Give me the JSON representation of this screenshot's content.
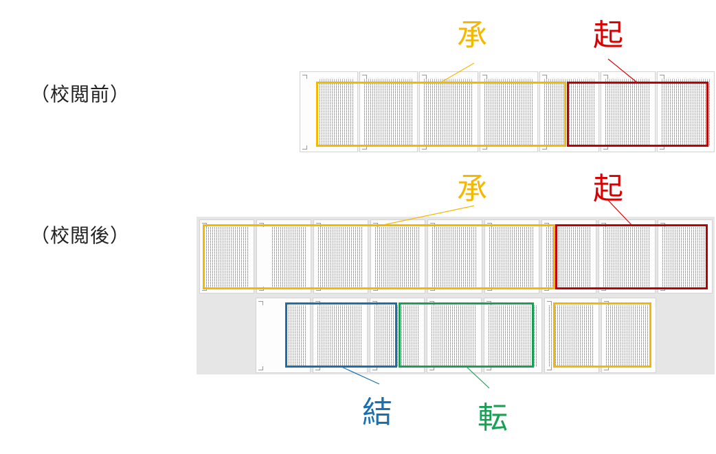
{
  "labels": {
    "before": "（校閲前）",
    "after": "（校閲後）"
  },
  "kanji": {
    "sho_top": "承",
    "ki_top": "起",
    "sho_mid": "承",
    "ki_mid": "起",
    "ketsu": "結",
    "ten": "転"
  },
  "colors": {
    "sho": "#f5b800",
    "ki": "#d90000",
    "ketsu": "#1a6fb0",
    "ten": "#19a055"
  }
}
